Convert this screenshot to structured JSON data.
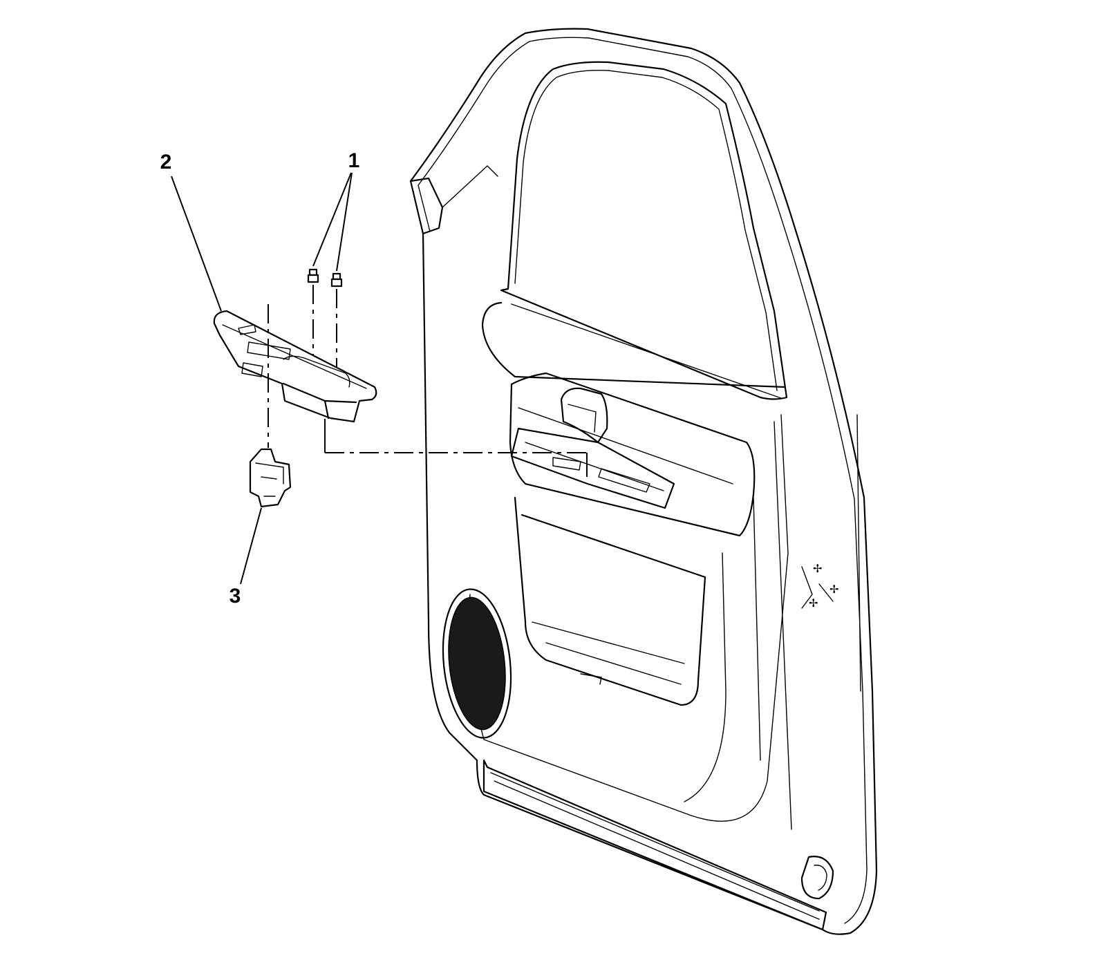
{
  "callouts": [
    {
      "id": "1",
      "label": "1"
    },
    {
      "id": "2",
      "label": "2"
    },
    {
      "id": "3",
      "label": "3"
    }
  ],
  "colors": {
    "line": "#000000",
    "background": "#ffffff",
    "speaker_fill": "#1a1a1a"
  },
  "parts": [
    "screws",
    "window-switch-bezel",
    "window-switch",
    "door-trim-panel"
  ]
}
